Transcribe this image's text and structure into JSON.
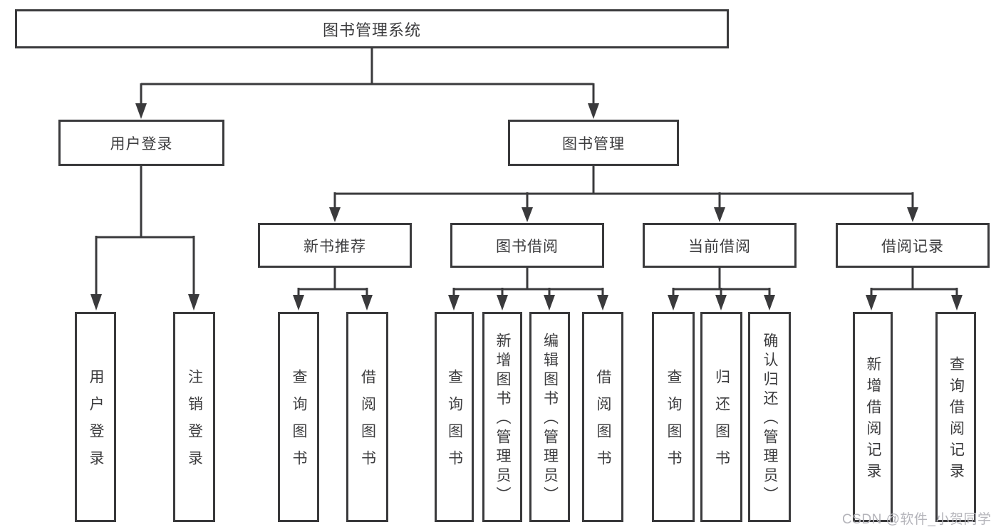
{
  "watermark": "CSDN @软件_小贺同学",
  "colors": {
    "line": "#3a3a3c",
    "text": "#3c3c3e",
    "bg": "#ffffff",
    "watermark": "#b4b4ba"
  },
  "tree": {
    "root": "图书管理系统",
    "children": [
      {
        "label": "用户登录",
        "children": [
          "用户登录",
          "注销登录"
        ]
      },
      {
        "label": "图书管理",
        "children": [
          {
            "label": "新书推荐",
            "children": [
              "查询图书",
              "借阅图书"
            ]
          },
          {
            "label": "图书借阅",
            "children": [
              "查询图书",
              "新增图书（管理员）",
              "编辑图书（管理员）",
              "借阅图书"
            ]
          },
          {
            "label": "当前借阅",
            "children": [
              "查询图书",
              "归还图书",
              "确认归还（管理员）"
            ]
          },
          {
            "label": "借阅记录",
            "children": [
              "新增借阅记录",
              "查询借阅记录"
            ]
          }
        ]
      }
    ]
  }
}
